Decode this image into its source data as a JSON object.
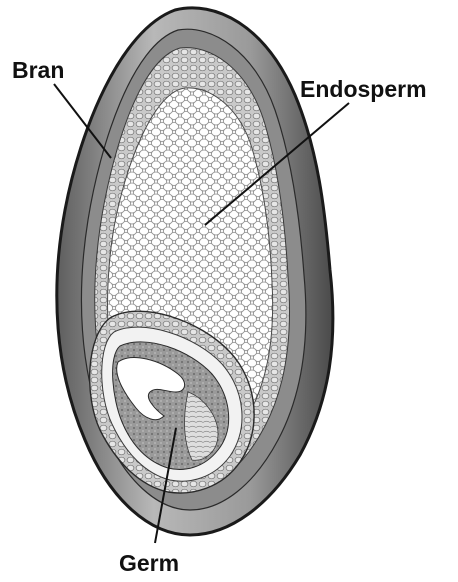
{
  "labels": {
    "bran": "Bran",
    "endosperm": "Endosperm",
    "germ": "Germ"
  },
  "colors": {
    "bran_outer": "#6f6f6f",
    "bran_light": "#bdbdbd",
    "aleurone": "#d9d9d9",
    "endosperm": "#f4f4f4",
    "germ_dark": "#8a8a8a",
    "germ_light": "#cfcfcf",
    "outline": "#1a1a1a"
  }
}
